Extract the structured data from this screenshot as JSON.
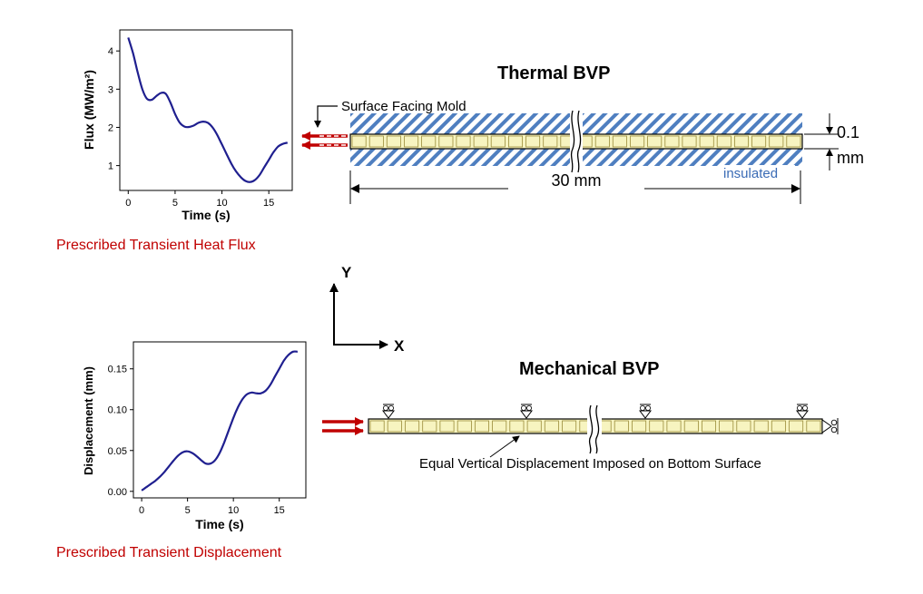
{
  "thermal": {
    "title": "Thermal BVP",
    "surface_label": "Surface Facing Mold",
    "length_label": "30 mm",
    "insulated_label": "insulated",
    "thickness_value": "0.1",
    "thickness_unit": "mm",
    "caption": "Prescribed Transient Heat Flux"
  },
  "mechanical": {
    "title": "Mechanical BVP",
    "note": "Equal Vertical Displacement Imposed on Bottom Surface",
    "caption": "Prescribed Transient Displacement"
  },
  "axes": {
    "y": "Y",
    "x": "X"
  },
  "colors": {
    "curve": "#1f1f8f",
    "arrow_red": "#c00000",
    "caption_red": "#c00000",
    "hatch_blue": "#4f7fc0",
    "element_fill": "#f7f4c0",
    "element_border": "#9a8c3a",
    "insulated_text": "#3a6bb5"
  },
  "chart_data": [
    {
      "type": "line",
      "xlabel": "Time (s)",
      "ylabel": "Flux (MW/m²)",
      "xlim": [
        -0.9,
        17.5
      ],
      "ylim": [
        0.35,
        4.55
      ],
      "xticks": [
        0,
        5,
        10,
        15
      ],
      "yticks": [
        1,
        2,
        3,
        4
      ],
      "x": [
        0,
        0.5,
        1,
        1.5,
        2,
        2.5,
        3,
        3.5,
        4,
        4.5,
        5,
        5.5,
        6,
        6.5,
        7,
        7.5,
        8,
        8.5,
        9,
        9.5,
        10,
        10.5,
        11,
        11.5,
        12,
        12.5,
        13,
        13.5,
        14,
        14.5,
        15,
        15.5,
        16,
        16.5,
        17
      ],
      "y": [
        4.35,
        3.95,
        3.45,
        3.0,
        2.75,
        2.72,
        2.82,
        2.9,
        2.88,
        2.65,
        2.35,
        2.12,
        2.02,
        2.01,
        2.05,
        2.12,
        2.15,
        2.12,
        2.0,
        1.8,
        1.55,
        1.3,
        1.05,
        0.85,
        0.7,
        0.6,
        0.57,
        0.62,
        0.75,
        0.95,
        1.15,
        1.35,
        1.5,
        1.57,
        1.6
      ]
    },
    {
      "type": "line",
      "xlabel": "Time (s)",
      "ylabel": "Displacement (mm)",
      "xlim": [
        -0.9,
        17.9
      ],
      "ylim": [
        -0.008,
        0.183
      ],
      "xticks": [
        0,
        5,
        10,
        15
      ],
      "yticks": [
        0.0,
        0.05,
        0.1,
        0.15
      ],
      "ytick_labels": [
        "0.00",
        "0.05",
        "0.10",
        "0.15"
      ],
      "x": [
        0,
        0.5,
        1,
        1.5,
        2,
        2.5,
        3,
        3.5,
        4,
        4.5,
        5,
        5.5,
        6,
        6.5,
        7,
        7.5,
        8,
        8.5,
        9,
        9.5,
        10,
        10.5,
        11,
        11.5,
        12,
        12.5,
        13,
        13.5,
        14,
        14.5,
        15,
        15.5,
        16,
        16.5,
        17
      ],
      "y": [
        0.001,
        0.005,
        0.009,
        0.013,
        0.018,
        0.024,
        0.031,
        0.038,
        0.044,
        0.048,
        0.049,
        0.047,
        0.043,
        0.038,
        0.034,
        0.034,
        0.038,
        0.047,
        0.06,
        0.075,
        0.09,
        0.103,
        0.113,
        0.119,
        0.121,
        0.12,
        0.12,
        0.123,
        0.13,
        0.14,
        0.15,
        0.16,
        0.167,
        0.171,
        0.171
      ]
    }
  ]
}
